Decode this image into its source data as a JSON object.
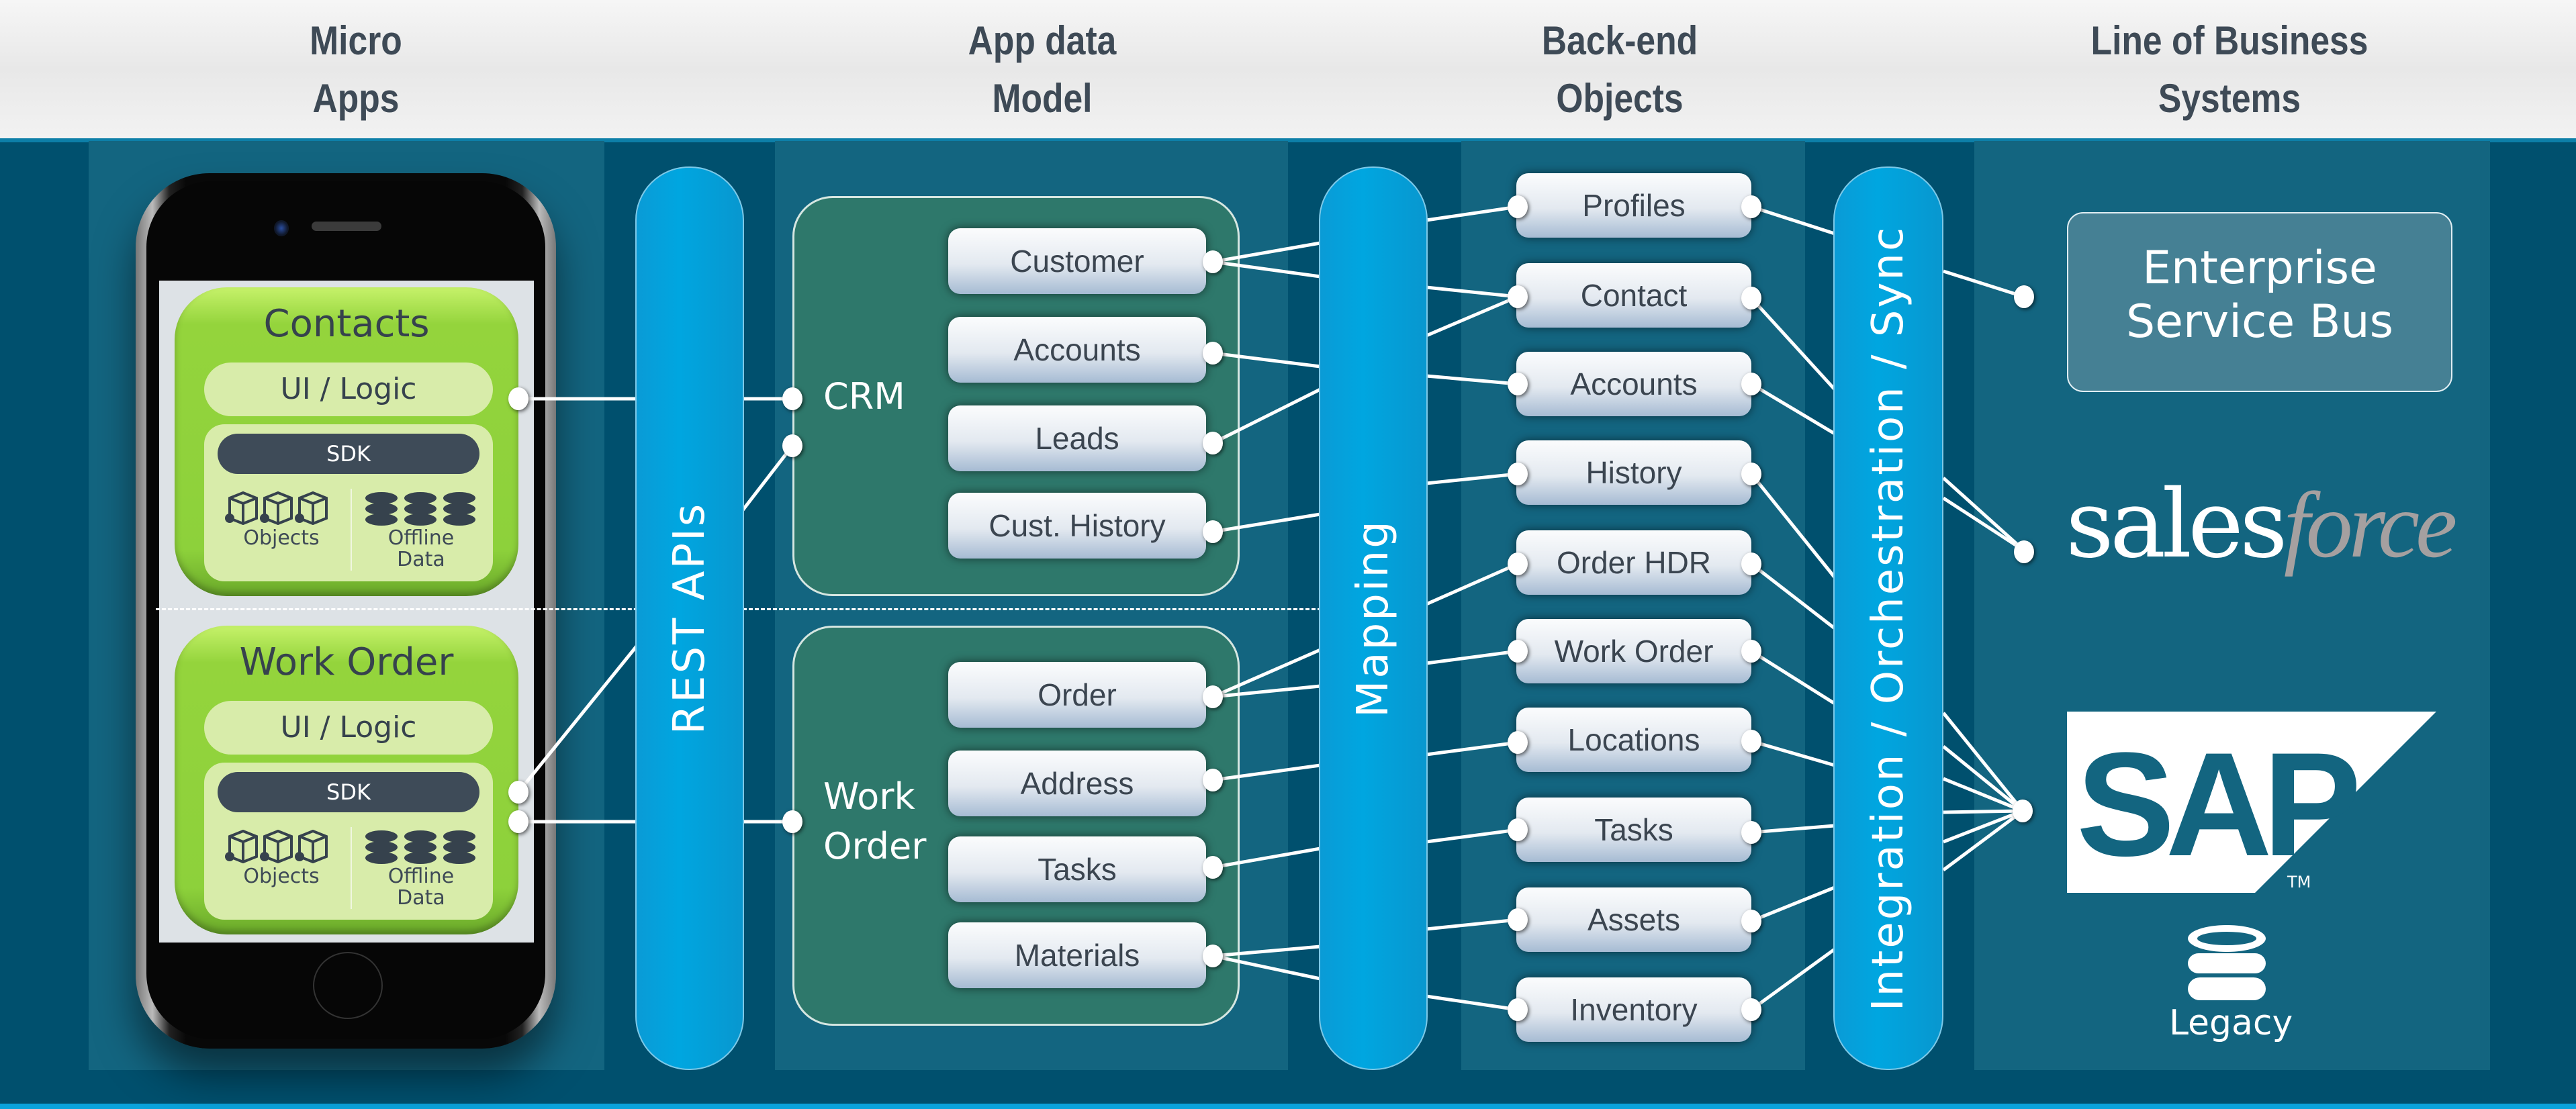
{
  "header": {
    "columns": [
      {
        "line1": "Micro",
        "line2": "Apps"
      },
      {
        "line1": "App data",
        "line2": "Model"
      },
      {
        "line1": "Back-end",
        "line2": "Objects"
      },
      {
        "line1": "Line of Business",
        "line2": "Systems"
      }
    ]
  },
  "colors": {
    "background": "#00506e",
    "column_panel": "#136580",
    "pill": "#00a6e0",
    "app_group": "#2e786b",
    "micro_app_green": "#8dd13b",
    "sdk_bar": "#3e4b58",
    "esb_box": "#458094"
  },
  "micro_apps": [
    {
      "title": "Contacts",
      "ui_logic": "UI / Logic",
      "sdk": "SDK",
      "objects_label": "Objects",
      "offline_label_1": "Offline",
      "offline_label_2": "Data"
    },
    {
      "title": "Work Order",
      "ui_logic": "UI / Logic",
      "sdk": "SDK",
      "objects_label": "Objects",
      "offline_label_1": "Offline",
      "offline_label_2": "Data"
    }
  ],
  "pills": {
    "rest_apis": "REST APIs",
    "mapping": "Mapping",
    "integration": "Integration / Orchestration / Sync"
  },
  "app_data_model": {
    "groups": [
      {
        "label_1": "CRM",
        "label_2": "",
        "items": [
          "Customer",
          "Accounts",
          "Leads",
          "Cust.  History"
        ]
      },
      {
        "label_1": "Work",
        "label_2": "Order",
        "items": [
          "Order",
          "Address",
          "Tasks",
          "Materials"
        ]
      }
    ]
  },
  "backend_objects": [
    "Profiles",
    "Contact",
    "Accounts",
    "History",
    "Order HDR",
    "Work Order",
    "Locations",
    "Tasks",
    "Assets",
    "Inventory"
  ],
  "lob_systems": {
    "esb_line1": "Enterprise",
    "esb_line2": "Service  Bus",
    "salesforce_a": "sales",
    "salesforce_b": "force",
    "sap": "SAP",
    "sap_tm": "TM",
    "legacy": "Legacy"
  }
}
